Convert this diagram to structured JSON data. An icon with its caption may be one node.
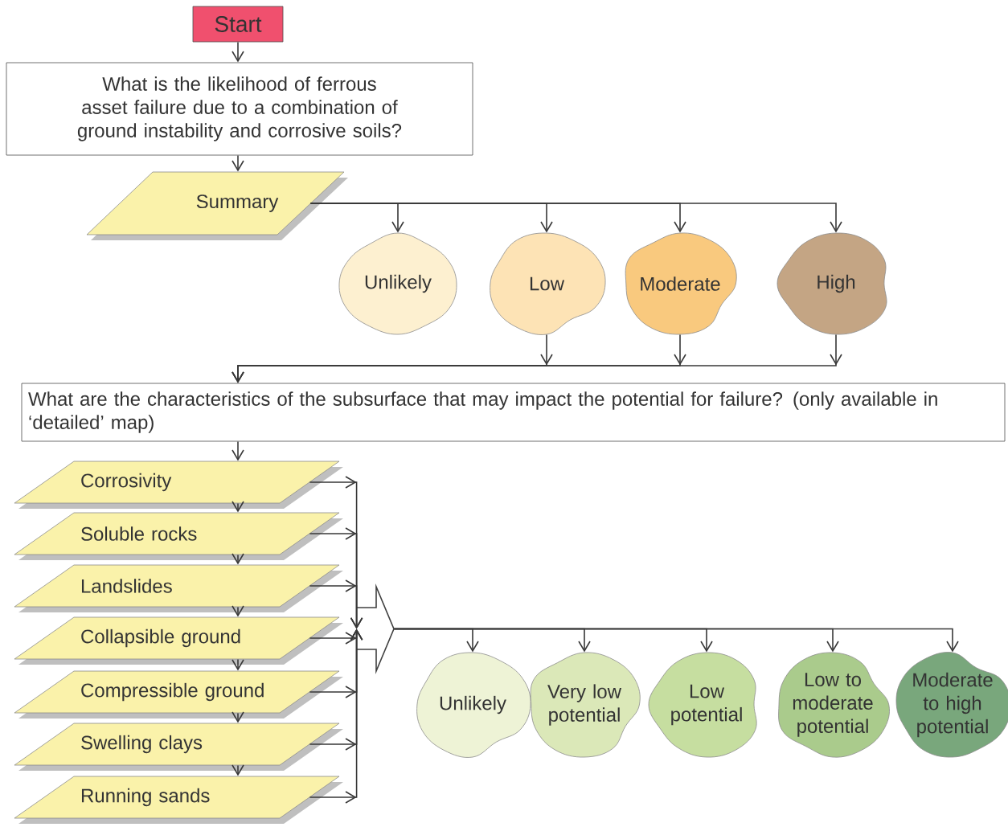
{
  "diagram": {
    "nodes": [
      {
        "text": [
          "Start"
        ]
      },
      {
        "text": [
          "What is the likelihood of ferrous asset failure due to a combination of ground instability and corrosive soils?"
        ]
      },
      {
        "text": [
          "Summary"
        ]
      },
      {
        "text": [
          "Unlikely"
        ]
      },
      {
        "text": [
          "Low"
        ]
      },
      {
        "text": [
          "Moderate"
        ]
      },
      {
        "text": [
          "High"
        ]
      },
      {
        "text": [
          "What are the characteristics of the subsurface that may impact the potential for failure? (only available in ‘detailed’ map)"
        ]
      },
      {
        "text": [
          "Corrosivity"
        ]
      },
      {
        "text": [
          "Soluble rocks"
        ]
      },
      {
        "text": [
          "Landslides"
        ]
      },
      {
        "text": [
          "Collapsible ground"
        ]
      },
      {
        "text": [
          "Compressible ground"
        ]
      },
      {
        "text": [
          "Swelling clays"
        ]
      },
      {
        "text": [
          "Running sands"
        ]
      },
      {
        "text": [],
        "shape": "arrow"
      },
      {
        "text": [
          "Unlikely"
        ]
      },
      {
        "text": [
          "Very low potential"
        ]
      },
      {
        "text": [
          "Low potential"
        ]
      },
      {
        "text": [
          "Low to moderate potential"
        ]
      },
      {
        "text": [
          "Moderate to high potential"
        ]
      }
    ],
    "edges": [
      {
        "from": 0,
        "to": 1,
        "arrow": "to"
      },
      {
        "from": 1,
        "to": 2,
        "arrow": "to"
      },
      {
        "from": 2,
        "to": 3,
        "arrow": "to"
      },
      {
        "from": 2,
        "to": 4,
        "arrow": "to"
      },
      {
        "from": 2,
        "to": 5,
        "arrow": "to"
      },
      {
        "from": 2,
        "to": 6,
        "arrow": "to"
      },
      {
        "from": 4,
        "to": 7,
        "arrow": "to"
      },
      {
        "from": 5,
        "to": 7,
        "arrow": "to"
      },
      {
        "from": 6,
        "to": 7,
        "arrow": "to"
      },
      {
        "from": 7,
        "to": 8,
        "arrow": "to"
      },
      {
        "from": 8,
        "to": 9,
        "arrow": "to"
      },
      {
        "from": 9,
        "to": 10,
        "arrow": "to"
      },
      {
        "from": 10,
        "to": 11,
        "arrow": "to"
      },
      {
        "from": 11,
        "to": 12,
        "arrow": "to"
      },
      {
        "from": 12,
        "to": 13,
        "arrow": "to"
      },
      {
        "from": 13,
        "to": 14,
        "arrow": "to"
      },
      {
        "from": 8,
        "to": 15,
        "arrow": "to"
      },
      {
        "from": 9,
        "to": 15,
        "arrow": "to"
      },
      {
        "from": 10,
        "to": 15,
        "arrow": "to"
      },
      {
        "from": 11,
        "to": 15,
        "arrow": "to"
      },
      {
        "from": 12,
        "to": 15,
        "arrow": "to"
      },
      {
        "from": 13,
        "to": 15,
        "arrow": "to"
      },
      {
        "from": 14,
        "to": 15,
        "arrow": "to"
      },
      {
        "from": 15,
        "to": 16,
        "arrow": "to"
      },
      {
        "from": 15,
        "to": 17,
        "arrow": "to"
      },
      {
        "from": 15,
        "to": 18,
        "arrow": "to"
      },
      {
        "from": 15,
        "to": 19,
        "arrow": "to"
      },
      {
        "from": 15,
        "to": 20,
        "arrow": "to"
      }
    ]
  }
}
